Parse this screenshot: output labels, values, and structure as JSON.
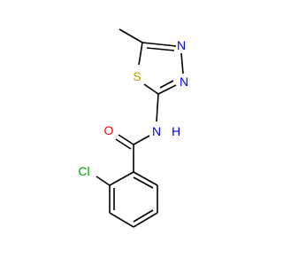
{
  "molecule": {
    "atoms": [
      {
        "label": "S",
        "color": "#b3a300"
      },
      {
        "label": "N",
        "color": "#0000ff"
      },
      {
        "label": "N",
        "color": "#0000ff"
      },
      {
        "label": "N",
        "color": "#0000ff"
      },
      {
        "label": "H",
        "color": "#0000ff"
      },
      {
        "label": "O",
        "color": "#ff0000"
      },
      {
        "label": "Cl",
        "color": "#00a000"
      }
    ],
    "bond_color": "#000000"
  }
}
